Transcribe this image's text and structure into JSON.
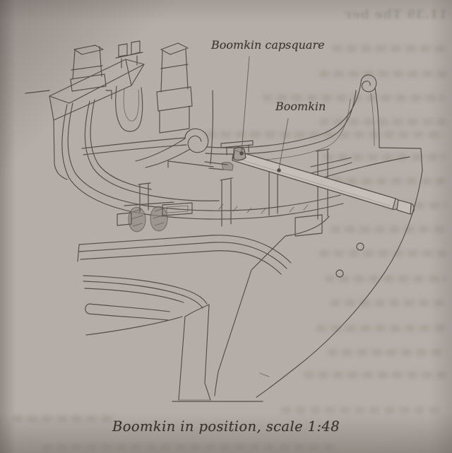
{
  "page": {
    "kind": "photographed book page with technical drawing",
    "paper_color": "#c3bbb6",
    "ink_color": "#4a433e"
  },
  "figure": {
    "subject": "Boomkin",
    "labels": [
      {
        "text": "Boomkin capsquare"
      },
      {
        "text": "Boomkin"
      }
    ],
    "caption": "Boomkin in position, scale 1:48",
    "scale": "1:48"
  },
  "bleedthrough": {
    "heading_fragment": "11.39 The ber"
  }
}
